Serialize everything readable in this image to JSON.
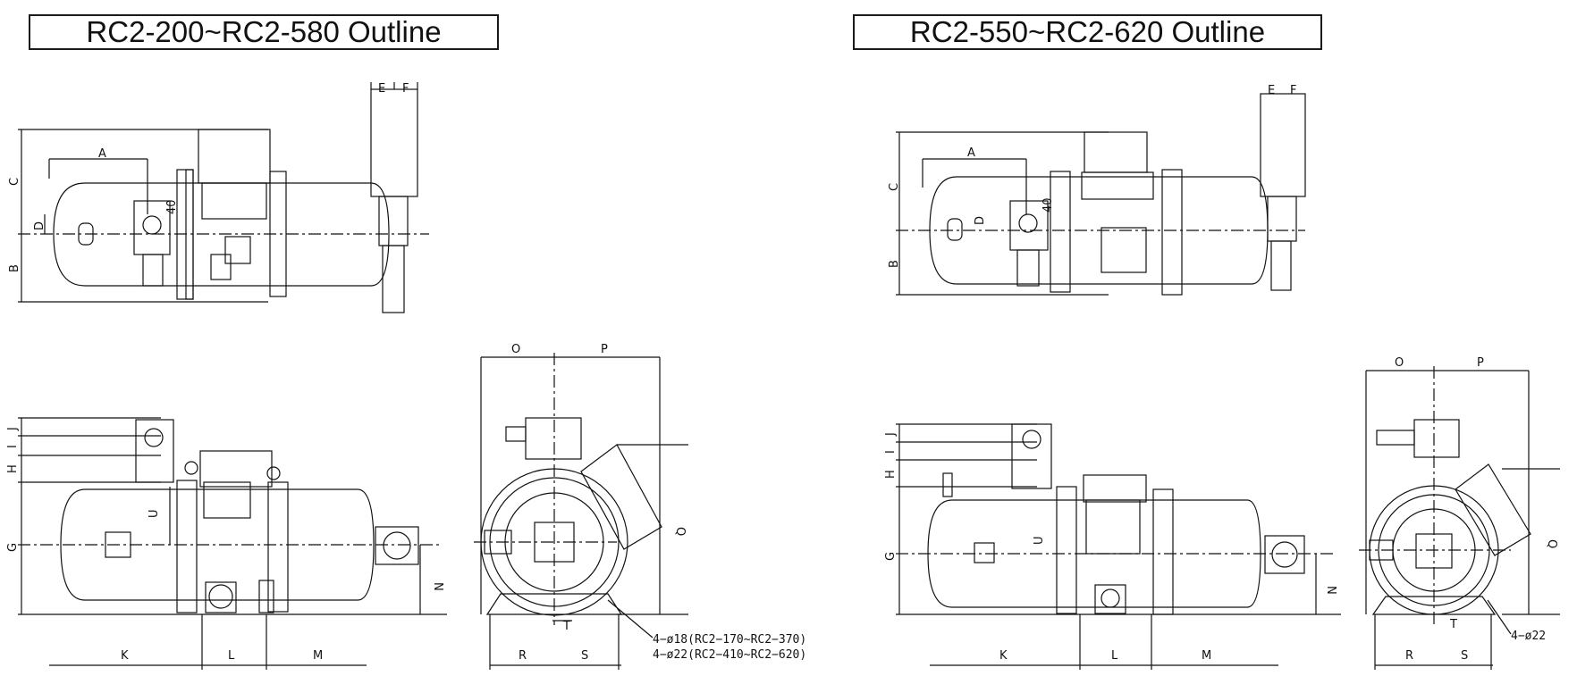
{
  "titles": {
    "left": "RC2-200~RC2-580 Outline",
    "right": "RC2-550~RC2-620 Outline"
  },
  "left": {
    "top_view": {
      "A": "A",
      "B": "B",
      "C": "C",
      "D": "D",
      "E": "E",
      "F": "F",
      "n40": "40"
    },
    "side_view": {
      "J": "J",
      "I": "I",
      "H": "H",
      "G": "G",
      "U": "U",
      "N": "N",
      "K": "K",
      "L": "L",
      "M": "M"
    },
    "end_view": {
      "O": "O",
      "P": "P",
      "Q": "Q",
      "R": "R",
      "S": "S",
      "T": "T"
    },
    "note_line1": "4−ø18(RC2−170~RC2−370)",
    "note_line2": "4−ø22(RC2−410~RC2−620)"
  },
  "right": {
    "top_view": {
      "A": "A",
      "B": "B",
      "C": "C",
      "D": "D",
      "E": "E",
      "F": "F",
      "n40": "40"
    },
    "side_view": {
      "J": "J",
      "I": "I",
      "H": "H",
      "G": "G",
      "U": "U",
      "N": "N",
      "K": "K",
      "L": "L",
      "M": "M"
    },
    "end_view": {
      "O": "O",
      "P": "P",
      "Q": "Q",
      "R": "R",
      "S": "S",
      "T": "T"
    },
    "note": "4−ø22"
  }
}
